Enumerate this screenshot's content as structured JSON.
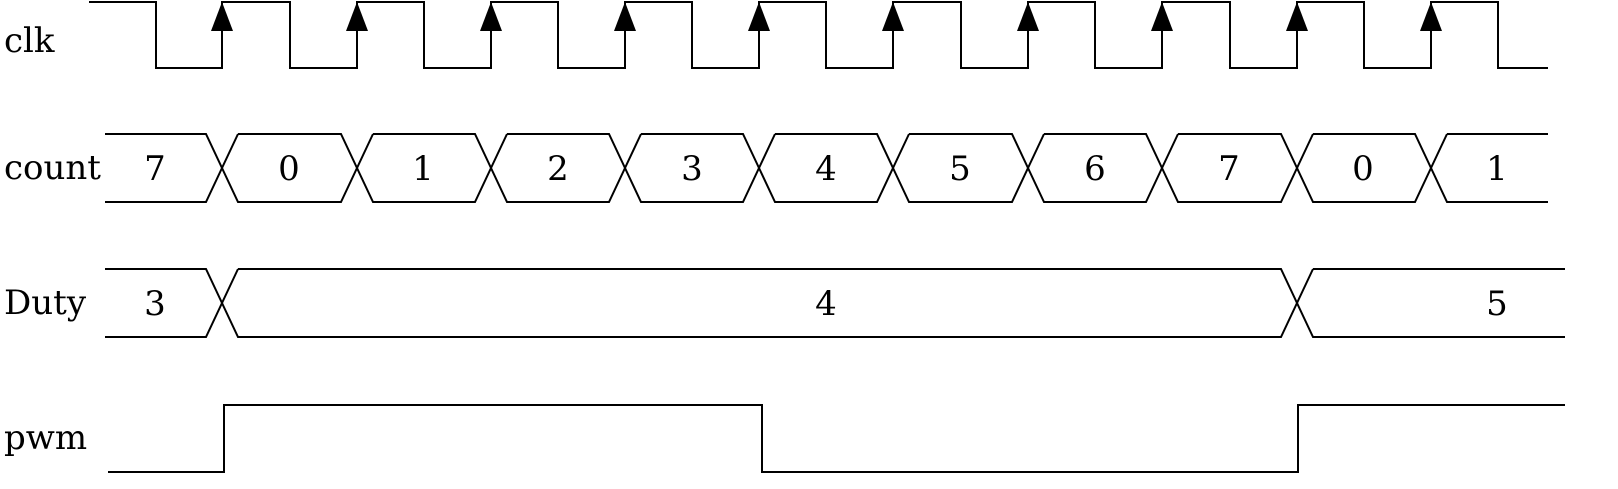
{
  "signals": {
    "clk": {
      "label": "clk"
    },
    "count": {
      "label": "count",
      "values": [
        "7",
        "0",
        "1",
        "2",
        "3",
        "4",
        "5",
        "6",
        "7",
        "0",
        "1"
      ]
    },
    "duty": {
      "label": "Duty",
      "values": [
        "3",
        "4",
        "5"
      ]
    },
    "pwm": {
      "label": "pwm",
      "levels": [
        0,
        1,
        0,
        1
      ]
    }
  },
  "colors": {
    "stroke": "#000000",
    "background": "#ffffff"
  }
}
